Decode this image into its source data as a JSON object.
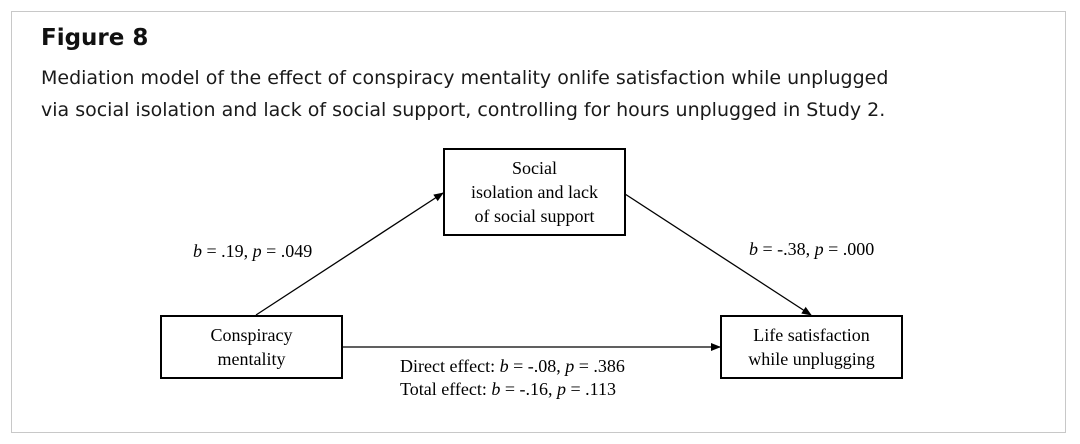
{
  "figure": {
    "label": "Figure 8",
    "caption_line1": "Mediation model of the effect of conspiracy mentality onlife satisfaction while unplugged",
    "caption_line2": "via social isolation and lack of social support, controlling for hours unplugged in Study 2."
  },
  "nodes": {
    "mediator": {
      "line1": "Social",
      "line2": "isolation and lack",
      "line3": "of social support"
    },
    "predictor": {
      "line1": "Conspiracy",
      "line2": "mentality"
    },
    "outcome": {
      "line1": "Life satisfaction",
      "line2": "while unplugging"
    }
  },
  "paths": {
    "a": {
      "b_symbol": "b",
      "b_value": " = .19, ",
      "p_symbol": "p",
      "p_value": " = .049"
    },
    "b": {
      "b_symbol": "b",
      "b_value": " = -.38, ",
      "p_symbol": "p",
      "p_value": " = .000"
    },
    "direct": {
      "prefix": "Direct effect: ",
      "b_symbol": "b",
      "b_value": " = -.08, ",
      "p_symbol": "p",
      "p_value": " = .386"
    },
    "total": {
      "prefix": "Total effect: ",
      "b_symbol": "b",
      "b_value": " = -.16, ",
      "p_symbol": "p",
      "p_value": " = .113"
    }
  },
  "colors": {
    "line": "#000000",
    "border": "#c8c8c8"
  }
}
